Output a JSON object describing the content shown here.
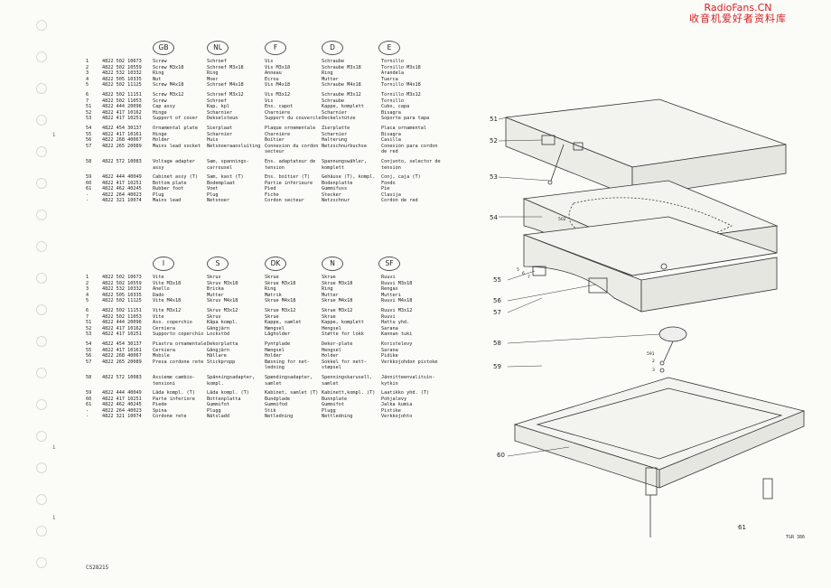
{
  "watermark": {
    "line1": "RadioFans.CN",
    "line2": "收音机爱好者资料库"
  },
  "footer_code": "CS28215",
  "drawing_code": "TGR 386",
  "holes": [
    0,
    1,
    2,
    3,
    4,
    5,
    6,
    7,
    8,
    9,
    10,
    11,
    12,
    13,
    14,
    15,
    16,
    17
  ],
  "page_marks": [
    "i",
    "i",
    "i"
  ],
  "table_top": {
    "langs": [
      "GB",
      "NL",
      "F",
      "D",
      "E"
    ],
    "rows": [
      {
        "no": "1",
        "code": "4822 502 10673",
        "t": [
          "Screw",
          "Schroef",
          "Vis",
          "Schraube",
          "Tornillo"
        ]
      },
      {
        "no": "2",
        "code": "4822 502 10559",
        "t": [
          "Screw M3x18",
          "Schroef M3x18",
          "Vis M3x18",
          "Schraube M3x18",
          "Tornillo M3x18"
        ]
      },
      {
        "no": "3",
        "code": "4822 532 10332",
        "t": [
          "Ring",
          "Ring",
          "Anneau",
          "Ring",
          "Arandela"
        ]
      },
      {
        "no": "4",
        "code": "4822 505 10335",
        "t": [
          "Nut",
          "Moer",
          "Ecrou",
          "Mutter",
          "Tuerca"
        ]
      },
      {
        "no": "5",
        "code": "4822 502 11125",
        "t": [
          "Screw M4x18",
          "Schroef M4x18",
          "Vis M4x18",
          "Schraube M4x18",
          "Tornillo M4x18"
        ]
      },
      {
        "no": "6",
        "code": "4822 502 11151",
        "t": [
          "Screw M3x12",
          "Schroef M3x12",
          "Vis M3x12",
          "Schraube M3x12",
          "Tornillo M3x12"
        ],
        "sp": true
      },
      {
        "no": "7",
        "code": "4822 502 11053",
        "t": [
          "Screw",
          "Schroef",
          "Vis",
          "Schraube",
          "Tornillo"
        ]
      },
      {
        "no": "51",
        "code": "4822 444 20096",
        "t": [
          "Cap assy",
          "Kap, kpl",
          "Ens. capot",
          "Kappe, komplett",
          "Cubo, capa"
        ]
      },
      {
        "no": "52",
        "code": "4822 417 10162",
        "t": [
          "Hinge",
          "Scharnier",
          "Charnière",
          "Scharnier",
          "Bisagra"
        ]
      },
      {
        "no": "53",
        "code": "4822 417 10251",
        "t": [
          "Support of cover",
          "Dekselsteun",
          "Support du couvercle",
          "Deckelstütze",
          "Soporte para tapa"
        ]
      },
      {
        "no": "54",
        "code": "4822 454 30137",
        "t": [
          "Ornamental plate",
          "Sierplaat",
          "Plaque ornementale",
          "Zierplatte",
          "Placa ornamental"
        ],
        "sp": true
      },
      {
        "no": "55",
        "code": "4822 417 10161",
        "t": [
          "Hinge",
          "Scharnier",
          "Charnière",
          "Scharnier",
          "Bisagra"
        ]
      },
      {
        "no": "56",
        "code": "4822 268 40067",
        "t": [
          "Holder",
          "Huis",
          "Boîtier",
          "Halterung",
          "Casilla"
        ]
      },
      {
        "no": "57",
        "code": "4822 265 20089",
        "t": [
          "Mains lead socket",
          "Netsnoeraansluiting",
          "Connexion du cordon",
          "Netzschnurbuchse",
          "Conexión para cordon"
        ]
      },
      {
        "no": "",
        "code": "",
        "t": [
          "",
          "",
          "secteur",
          "",
          "de red"
        ]
      },
      {
        "no": "58",
        "code": "4822 572 10083",
        "t": [
          "Voltage adapter",
          "Sam, spannings-",
          "Ens. adaptateur de",
          "Spannungswähler,",
          "Conjunto, selector de"
        ],
        "sp": true
      },
      {
        "no": "",
        "code": "",
        "t": [
          "assy",
          "carrousel",
          "tension",
          "komplett",
          "tensión"
        ]
      },
      {
        "no": "59",
        "code": "4822 444 40049",
        "t": [
          "Cabinet assy (T)",
          "Sam, kast (T)",
          "Ens. boîtier (T)",
          "Gehäuse (T), kompl.",
          "Conj, caja (T)"
        ],
        "sp": true
      },
      {
        "no": "60",
        "code": "4822 417 10251",
        "t": [
          "Bottom plate",
          "Bodemplaat",
          "Partie inférieure",
          "Bodenplatte",
          "Fondo"
        ]
      },
      {
        "no": "61",
        "code": "4822 462 40245",
        "t": [
          "Rubber foot",
          "Voet",
          "Pied",
          "Gummifuss",
          "Pie"
        ]
      },
      {
        "no": "-",
        "code": "4822 264 40023",
        "t": [
          "Plug",
          "Plug",
          "Fiche",
          "Stecker",
          "Clavija"
        ]
      },
      {
        "no": "-",
        "code": "4822 321 10074",
        "t": [
          "Mains lead",
          "Netsnoer",
          "Cordon secteur",
          "Netzschnur",
          "Cordón de red"
        ]
      }
    ]
  },
  "table_bottom": {
    "langs": [
      "I",
      "S",
      "DK",
      "N",
      "SF"
    ],
    "rows": [
      {
        "no": "1",
        "code": "4822 502 10673",
        "t": [
          "Vite",
          "Skruv",
          "Skrue",
          "Skrue",
          "Ruuvi"
        ]
      },
      {
        "no": "2",
        "code": "4822 502 10559",
        "t": [
          "Vite M3x18",
          "Skruv M3x18",
          "Skrue M3x18",
          "Skrue M3x18",
          "Ruuvi M3x18"
        ]
      },
      {
        "no": "3",
        "code": "4822 532 10332",
        "t": [
          "Anello",
          "Bricka",
          "Ring",
          "Ring",
          "Rengas"
        ]
      },
      {
        "no": "4",
        "code": "4822 505 10335",
        "t": [
          "Dado",
          "Mutter",
          "Møtrik",
          "Mutter",
          "Mutteri"
        ]
      },
      {
        "no": "5",
        "code": "4822 502 11125",
        "t": [
          "Vite M4x18",
          "Skruv M4x18",
          "Skrue M4x18",
          "Skrue M4x18",
          "Ruuvi M4x18"
        ]
      },
      {
        "no": "6",
        "code": "4822 502 11151",
        "t": [
          "Vite M3x12",
          "Skruv M3x12",
          "Skrue M3x12",
          "Skrue M3x12",
          "Ruuvi M3x12"
        ],
        "sp": true
      },
      {
        "no": "7",
        "code": "4822 502 11053",
        "t": [
          "Vite",
          "Skruv",
          "Skrue",
          "Skrue",
          "Ruuvi"
        ]
      },
      {
        "no": "51",
        "code": "4822 444 20096",
        "t": [
          "Ass. coperchio",
          "Kåpa kompl.",
          "Kappe, samlet",
          "Kappe, komplett",
          "Hattu yhd."
        ]
      },
      {
        "no": "52",
        "code": "4822 417 10162",
        "t": [
          "Cerniera",
          "Gångjärn",
          "Hængsel",
          "Hengsel",
          "Sarana"
        ]
      },
      {
        "no": "53",
        "code": "4822 417 10251",
        "t": [
          "Supporto coperchio",
          "Lockstöd",
          "Lågholder",
          "Støtte for lokk",
          "Kannan tuki"
        ]
      },
      {
        "no": "54",
        "code": "4822 454 30137",
        "t": [
          "Piastra ornamentale",
          "Dekorplatta",
          "Pyntplade",
          "Dekor-plate",
          "Koristelevy"
        ],
        "sp": true
      },
      {
        "no": "55",
        "code": "4822 417 10161",
        "t": [
          "Cerniera",
          "Gångjärn",
          "Hængsel",
          "Hengsel",
          "Sarana"
        ]
      },
      {
        "no": "56",
        "code": "4822 268 40067",
        "t": [
          "Mobile",
          "Hållare",
          "Holder",
          "Holder",
          "Pidike"
        ]
      },
      {
        "no": "57",
        "code": "4822 265 20089",
        "t": [
          "Presa cordone rete",
          "Stickpropp",
          "Bøsning for net-",
          "Sokkel for nett-",
          "Verkkojohdon pistoke"
        ]
      },
      {
        "no": "",
        "code": "",
        "t": [
          "",
          "",
          "ledning",
          "støpsel",
          ""
        ]
      },
      {
        "no": "58",
        "code": "4822 572 10083",
        "t": [
          "Assieme cambio-",
          "Spänningsadapter,",
          "Spændingsadapter,",
          "Spenningskarusell,",
          "Jännitteenvalitsin-"
        ],
        "sp": true
      },
      {
        "no": "",
        "code": "",
        "t": [
          "tensioni",
          "kompl.",
          "samlet",
          "samlet",
          "kytkin"
        ]
      },
      {
        "no": "59",
        "code": "4822 444 40049",
        "t": [
          "Lâda kompl. (T)",
          "Låda kompl. (T)",
          "Kabinet, samlet (T)",
          "Kabinett,kompl. (T)",
          "Laatikko yhd. (T)"
        ],
        "sp": true
      },
      {
        "no": "60",
        "code": "4822 417 10251",
        "t": [
          "Parte inferiore",
          "Bottenplatta",
          "Bundplade",
          "Bunnplate",
          "Pohjalevy"
        ]
      },
      {
        "no": "61",
        "code": "4822 462 40245",
        "t": [
          "Piede",
          "Gummifot",
          "Gummifod",
          "Gummifot",
          "Jalka kumia"
        ]
      },
      {
        "no": "-",
        "code": "4822 264 40023",
        "t": [
          "Spina",
          "Plugg",
          "Stik",
          "Plugg",
          "Pistike"
        ]
      },
      {
        "no": "-",
        "code": "4822 321 10074",
        "t": [
          "Cordone rete",
          "Nätsladd",
          "Netledning",
          "Nettledning",
          "Verkkojohto"
        ]
      }
    ]
  },
  "callouts": [
    "51",
    "52",
    "53",
    "54",
    "55",
    "56",
    "57",
    "58",
    "59",
    "60",
    "61"
  ],
  "small_callouts": [
    "502",
    "5",
    "6",
    "7",
    "591",
    "2",
    "3"
  ]
}
